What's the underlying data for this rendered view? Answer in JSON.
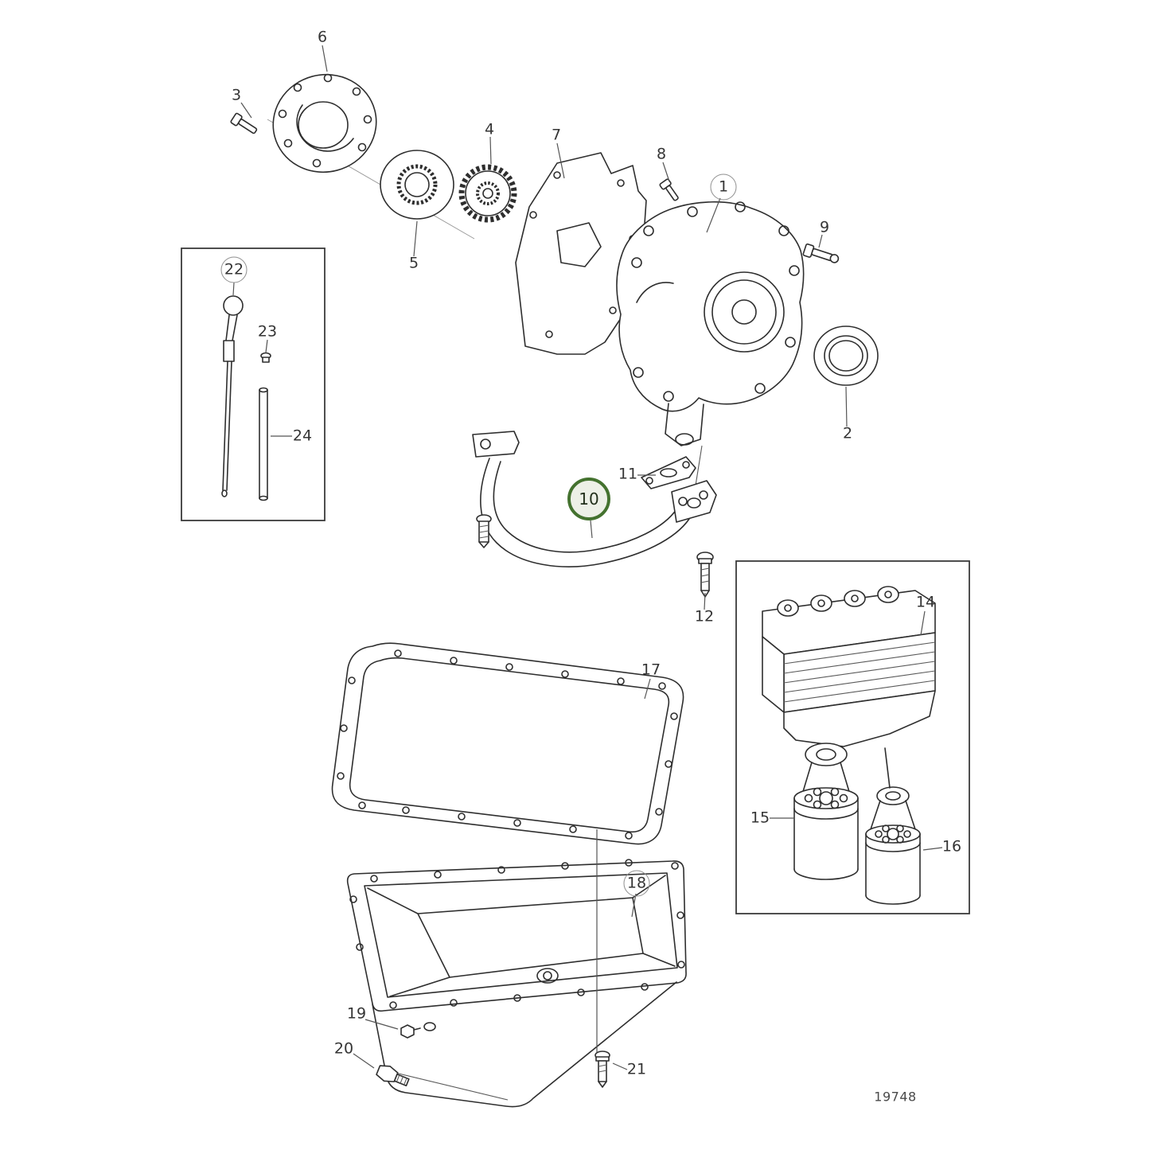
{
  "diagram": {
    "drawing_number": "19748",
    "highlight": {
      "callout": "10",
      "ring_color": "#44722f",
      "fill_color": "#edf0e7"
    },
    "callouts": [
      {
        "label": "6",
        "circled": false,
        "highlighted": false
      },
      {
        "label": "3",
        "circled": false,
        "highlighted": false
      },
      {
        "label": "4",
        "circled": false,
        "highlighted": false
      },
      {
        "label": "7",
        "circled": false,
        "highlighted": false
      },
      {
        "label": "8",
        "circled": false,
        "highlighted": false
      },
      {
        "label": "1",
        "circled": true,
        "highlighted": false
      },
      {
        "label": "9",
        "circled": false,
        "highlighted": false
      },
      {
        "label": "5",
        "circled": false,
        "highlighted": false
      },
      {
        "label": "22",
        "circled": true,
        "highlighted": false
      },
      {
        "label": "23",
        "circled": false,
        "highlighted": false
      },
      {
        "label": "24",
        "circled": false,
        "highlighted": false
      },
      {
        "label": "2",
        "circled": false,
        "highlighted": false
      },
      {
        "label": "11",
        "circled": false,
        "highlighted": false
      },
      {
        "label": "10",
        "circled": false,
        "highlighted": true
      },
      {
        "label": "12",
        "circled": false,
        "highlighted": false
      },
      {
        "label": "14",
        "circled": false,
        "highlighted": false
      },
      {
        "label": "17",
        "circled": false,
        "highlighted": false
      },
      {
        "label": "15",
        "circled": false,
        "highlighted": false
      },
      {
        "label": "16",
        "circled": false,
        "highlighted": false
      },
      {
        "label": "18",
        "circled": true,
        "highlighted": false
      },
      {
        "label": "19",
        "circled": false,
        "highlighted": false
      },
      {
        "label": "20",
        "circled": false,
        "highlighted": false
      },
      {
        "label": "21",
        "circled": false,
        "highlighted": false
      }
    ]
  }
}
